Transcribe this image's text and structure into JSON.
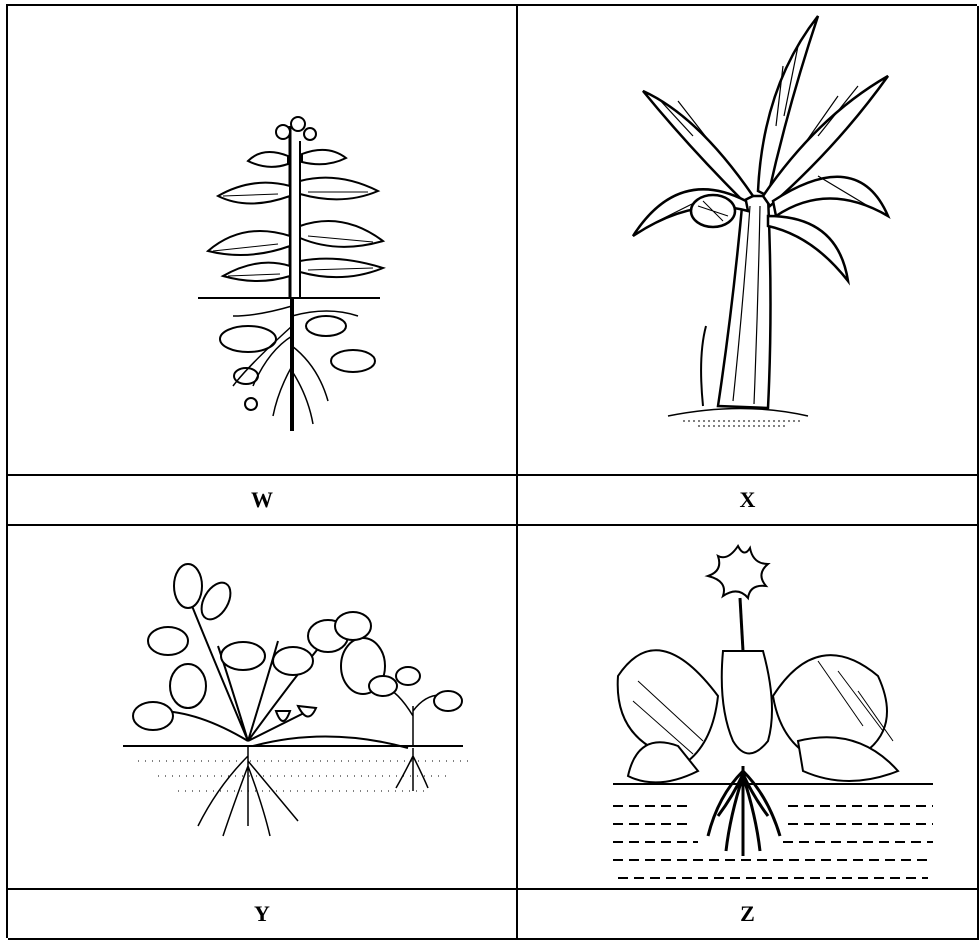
{
  "panels": [
    {
      "id": "W",
      "label": "W",
      "plant_icon": "potato-plant-icon"
    },
    {
      "id": "X",
      "label": "X",
      "plant_icon": "banana-plant-icon"
    },
    {
      "id": "Y",
      "label": "Y",
      "plant_icon": "strawberry-plant-icon"
    },
    {
      "id": "Z",
      "label": "Z",
      "plant_icon": "water-hyacinth-icon"
    }
  ],
  "colors": {
    "ink": "#000000",
    "background": "#ffffff"
  }
}
